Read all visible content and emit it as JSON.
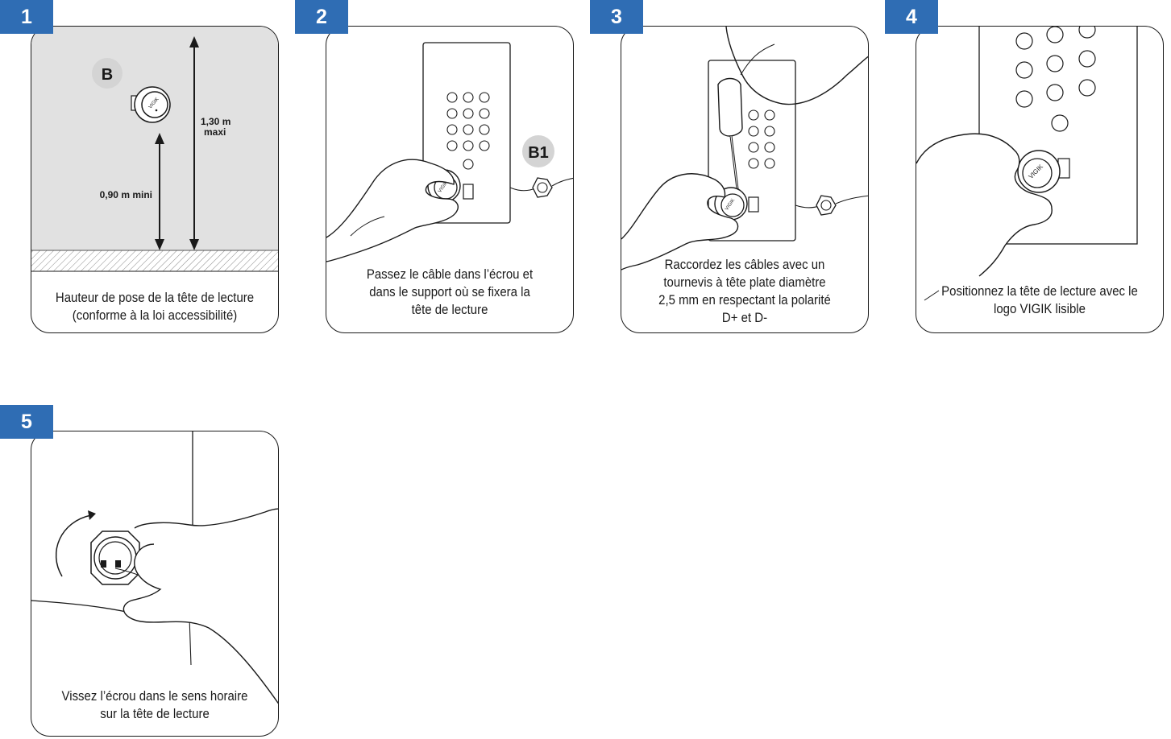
{
  "colors": {
    "badge": "#2f6db4",
    "wall": "#e1e1e1",
    "label_circle": "#d4d4d4"
  },
  "steps": [
    {
      "number": "1",
      "caption_line1": "Hauteur de pose de la tête de lecture",
      "caption_line2": "(conforme à la loi accessibilité)",
      "label_b": "B",
      "label_max_value": "1,30 m",
      "label_max_word": "maxi",
      "label_min": "0,90 m mini",
      "reader_logo": "VIGIK"
    },
    {
      "number": "2",
      "caption_line1": "Passez le câble dans l’écrou et",
      "caption_line2": "dans le support où se fixera la",
      "caption_line3": "tête de lecture",
      "label_b1": "B1",
      "reader_logo": "VIGIK"
    },
    {
      "number": "3",
      "caption_line1": "Raccordez les câbles avec un",
      "caption_line2": "tournevis à tête plate diamètre",
      "caption_line3": "2,5 mm en respectant la polarité",
      "caption_line4": "D+ et D-",
      "reader_logo": "VIGIK"
    },
    {
      "number": "4",
      "caption_line1": "Positionnez la tête de lecture avec le",
      "caption_line2": "logo VIGIK lisible",
      "reader_logo": "VIGIK"
    },
    {
      "number": "5",
      "caption_line1": "Vissez l’écrou dans le sens horaire",
      "caption_line2": "sur la tête de lecture"
    }
  ]
}
